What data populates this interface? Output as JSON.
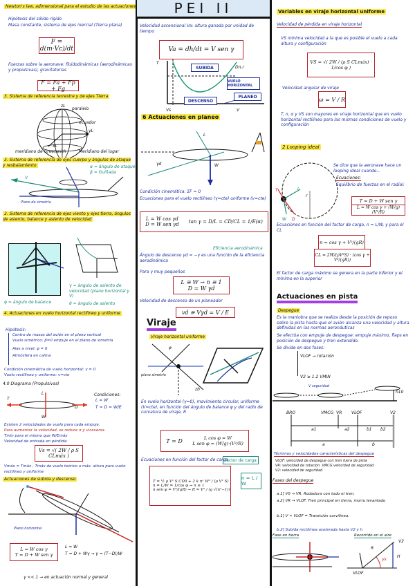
{
  "title": "PEI II",
  "col1": {
    "sec_newton": "Newton's law, adimensional para el estudio de las actuaciones",
    "bul_hip": "Hipótesis del sólido rígido",
    "bul_masa": "Masa constante, sistema de ejes inercial (Tierra plana)",
    "f_newton": "F = d(m·Vc)/dt",
    "bul_fuerzas": "Fuerzas sobre la aeronave: fluidodinámicas (aerodinámicas y propulsivas), gravitatorias",
    "f_sum": "F = Fa + Fp + Fg",
    "sec_tierra": "3. Sistema de referencia terrestre y de ejes Tierra",
    "lbl_paralelo": "paralelo",
    "lbl_ecuador": "ecuador",
    "lbl_meridiano_origen": "meridiano de Greenwich",
    "lbl_meridiano_lugar": "Meridiano del lugar",
    "lbl_zl": "zL",
    "lbl_yl": "yL",
    "lbl_xl": "xL",
    "sec_cuerpo": "3. Sistema de referencia de ejes cuerpo y ángulos de ataque y resbalamiento",
    "lbl_alpha": "α = ángulo de ataque",
    "lbl_beta": "β = Guiñada",
    "lbl_V": "V",
    "lbl_plano_sim": "Plano de simetría",
    "sec_viento": "3. Sistema de referencia de ejes viento y ejes tierra, ángulos de asiento, balance y asiento de velocidad",
    "lbl_gamma": "γ = ángulo de asiento de velocidad (plano horizontal y V)",
    "lbl_phi": "φ = ángulo de balance",
    "lbl_theta": "θ = ángulo de asiento",
    "sec_rect": "4. Actuaciones en vuelo horizontal rectilíneo y uniforme",
    "hip_title": "Hipótesis:",
    "hip_items": [
      "Centro de masas del avión en el plano vertical",
      "Vuelo simétrico: β=0 empuje en el plano de simetría",
      "Alas a nivel: φ = 0",
      "Atmósfera en calma"
    ],
    "cond1": "Condición cinemática de vuelo horizontal: γ = 0",
    "cond2": "Vuelo rectilíneo y uniforme: v=cte",
    "sec_diag": "4.0 Diagrama (Propulsivas)",
    "diag_cond_title": "Condiciones:",
    "diag_cond1": "L = W",
    "diag_cond2": "T = D = W/E",
    "diag_T": "T",
    "diag_D": "D",
    "diag_L": "L",
    "diag_W": "W",
    "n1": "Existen 2 velocidades de vuelo para cada empuje.",
    "n2": "Para aumentar la velocidad, se reduce α y viceversa.",
    "n3": "Tmín para el mismo que W/Emáx",
    "n4": "Velocidad de entrada en pérdida:",
    "f_vs": "Vs = √( 2W / ρ S CLmáx )",
    "n5": "Vmáx = Tmáx , Tmáx de vuelo teórico a máx. altura para vuelo rectilíneo y uniforme",
    "sec_subida": "Actuaciones de subida y descenso",
    "lbl_plano_horiz": "Plano horizontal",
    "f_sub1": "L = W cos γ",
    "f_sub2": "T = D + W sen γ",
    "f_sub_rhs1": "L ≈ W",
    "f_sub_rhs2": "T = D + Wγ → γ ≈ (T−D)/W",
    "f_sub_note": "γ << 1 → en actuación normal y general"
  },
  "col2": {
    "vel_asc": "Velocidad ascensional Va: altura ganada por unidad de tiempo",
    "f_va": "Va = dh/dt = V sen γ",
    "chart_T": "T",
    "chart_V": "V",
    "chart_Vs": "Vs",
    "chart_Dnr": "Dn,r",
    "chart_subida": "SUBIDA",
    "chart_horizontal": "VUELO HORIZONTAL",
    "chart_descenso": "DESCENSO",
    "chart_planeo": "PLANEO",
    "sec_planeo": "6 Actuaciones en planeo",
    "lbl_L": "L",
    "lbl_D": "D",
    "lbl_W": "W",
    "lbl_gd": "γd",
    "b1": "Condición cinemática: ΣF = 0",
    "b2": "Ecuaciones para el vuelo rectilíneo (γ=cte) uniforme (v=cte)",
    "f_pl1": "L = W cos γd",
    "f_pl2": "D = W sen γd",
    "f_pl3": "tan γ = D/L = CD/CL = 1/E(α)",
    "lbl_eff": "Eficiencia aerodinámica",
    "b3": "Ángulo de descenso γd = −γ es una función de la eficiencia aerodinámica",
    "b4": "Para γ muy pequeños",
    "f_small1": "L ≅ W → n ≅ 1",
    "f_small2": "D = W γd",
    "b5": "Velocidad de descenso de un planeador",
    "f_vd": "vd ≅ Vγd = V / E",
    "sec_viraje": "Viraje",
    "sub_viraje": "Viraje horizontal uniforme",
    "lbl_phi": "φ",
    "lbl_plano_sim": "plano simetría",
    "lbl_zb": "zb",
    "lbl_xb": "xb",
    "b6": "En vuelo horizontal (γ=0), movimiento circular, uniforme (V=cte), en función del ángulo de balance φ y del radio de curvatura de viraje, R",
    "f_vir_l": "T = D",
    "f_vir_r1": "L cos φ = W",
    "f_vir_r2": "L sen φ = (W/g)·(V²/R)",
    "b7": "Ecuaciones en función del factor de carga",
    "lbl_factor": "factor de carga",
    "f_n": "n = L / W",
    "f_big1": "T = ½ ρ V² S CD0 + 2 k n² W² / (ρ V² S)",
    "f_big2": "n = L/W = 1/cos φ → n ≥ 1",
    "f_big3": "n sen φ = V²/(gR) → R = V² / (g √(n²−1))"
  },
  "col3": {
    "sec_vars": "Variables en viraje horizontal uniforme",
    "sub_perd": "Velocidad de pérdida en viraje horizontal",
    "p1": "VS mínima velocidad a la que es posible el vuelo a cada altura y configuración",
    "f_vs": "VS = √( 2W / (ρ S CLmáx) · 1/cos φ )",
    "p2": "Velocidad angular de viraje",
    "f_w": "ω = V / R",
    "p3": "T, n, α y VS son mayores en viraje horizontal que en vuelo horizontal rectilíneo para las mismas condiciones de vuelo y configuración",
    "sec_loop": "2 Looping ideal",
    "lp1": "Se dice que la aeronave hace un looping ideal cuando...",
    "lp_ecs": "Ecuaciones:",
    "lp2": "Equilibrio de fuerzas en el radial:",
    "f_loop1": "T = D + W sen γ",
    "f_loop2": "L = W cos γ + (W/g)(V²/R)",
    "lbl_T": "T",
    "lbl_L": "L",
    "lbl_r": "r",
    "lbl_W": "W",
    "lbl_D": "D",
    "lp3": "Ecuaciones en función del factor de carga, n = L/W, y para el CL",
    "f_n": "n = cos γ + V²/(gR)",
    "f_cl": "CL = 2W/(ρV²S) · (cos γ + V²/(gR))",
    "lp4": "El factor de carga máximo se genera en la parte inferior y el mínimo en la superior",
    "sec_pista": "Actuaciones en pista",
    "sub_despegue": "Despegue",
    "d1": "Es la maniobra que se realiza desde la posición de reposo sobre la pista hasta que el avión alcanza una velocidad y altura definidas en las normas aeronáuticas",
    "d2": "Se efectúa con empuje de despegue: empuje máximo, flaps en posición de despegue y tren extendido.",
    "d3": "Se divide en dos fases:",
    "d4": "VLOF → rotación",
    "d5": "V2 ≥ 1.2 VMIN",
    "d6": "V seguridad",
    "rw_BRO": "BRO",
    "rw_VMCG": "VMCG",
    "rw_VR": "VR",
    "rw_VLOF": "VLOF",
    "rw_V2": "V2",
    "rw_h": "h10",
    "rw_a1": "a1",
    "rw_a2": "a2",
    "rw_b1": "b1",
    "rw_b2": "b2",
    "rw_a": "a",
    "rw_b": "b",
    "sub_term": "Términos y velocidades características del despegue",
    "term1": "VLOF: velocidad de despegue con tren fuera de pista",
    "term2": "VR: velocidad de rotación. VMCG velocidad de seguridad",
    "term3": "V2: velocidad de seguridad",
    "sub_fases": "Fases del despegue",
    "f_a1": "a.1]  V0 → VR. Rodadura con todo el tren.",
    "f_a2": "a.2]  VR → VLOF. Tren principal en tierra, morro levantado",
    "f_b1": "b.1]  V ≈ VLOF = Transición curvilínea.",
    "f_b2": "b.2]  Subida rectilínea acelerada hasta V2 y h",
    "sub_suelo": "Fase en tierra",
    "sub_aire": "Recorrido en el aire",
    "lbl_R": "R",
    "lbl_H": "H",
    "lbl_gs": "γs",
    "lbl_V2": "V2",
    "lbl_vlof": "VLOF"
  }
}
